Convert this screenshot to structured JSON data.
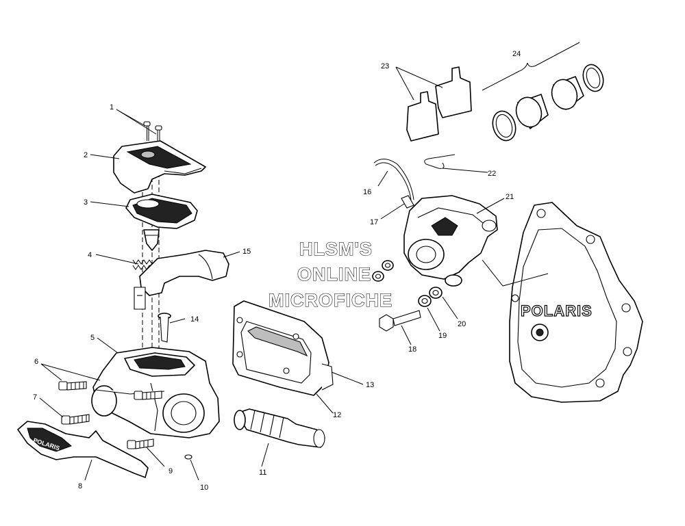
{
  "watermark": {
    "line1": "HLSM'S",
    "line2": "ONLINE",
    "line3": "MICROFICHE"
  },
  "brand_logo": "POLARIS",
  "callouts": [
    "1",
    "2",
    "3",
    "4",
    "5",
    "6",
    "7",
    "8",
    "9",
    "10",
    "11",
    "12",
    "13",
    "14",
    "15",
    "16",
    "17",
    "18",
    "19",
    "20",
    "21",
    "22",
    "23",
    "24"
  ]
}
